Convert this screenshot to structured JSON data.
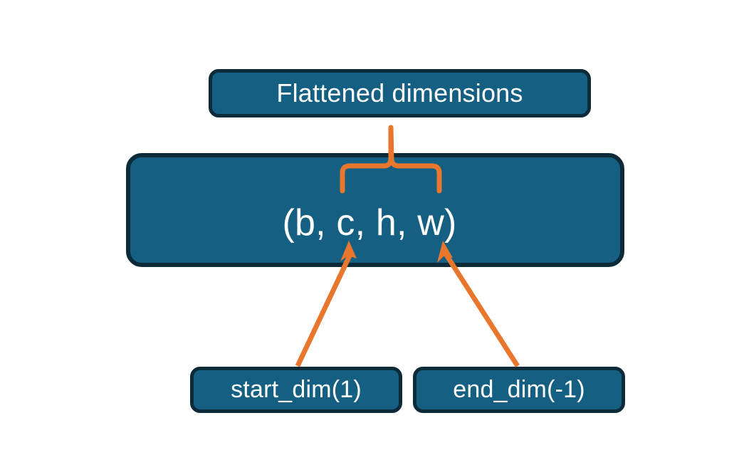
{
  "diagram": {
    "title_text": "Flattened dimensions",
    "shape_text": "(b, c, h, w)",
    "start_dim_text": "start_dim(1)",
    "end_dim_text": "end_dim(-1)",
    "colors": {
      "node_fill": "#156082",
      "node_border": "#0d2a38",
      "node_text": "#ffffff",
      "connector": "#e8762c",
      "background": "#ffffff"
    },
    "connectors": {
      "brace_label": "brace-from-flattened-to-c-through-w",
      "start_dim_arrow_label": "arrow-start-dim-to-c",
      "end_dim_arrow_label": "arrow-end-dim-to-w"
    }
  }
}
